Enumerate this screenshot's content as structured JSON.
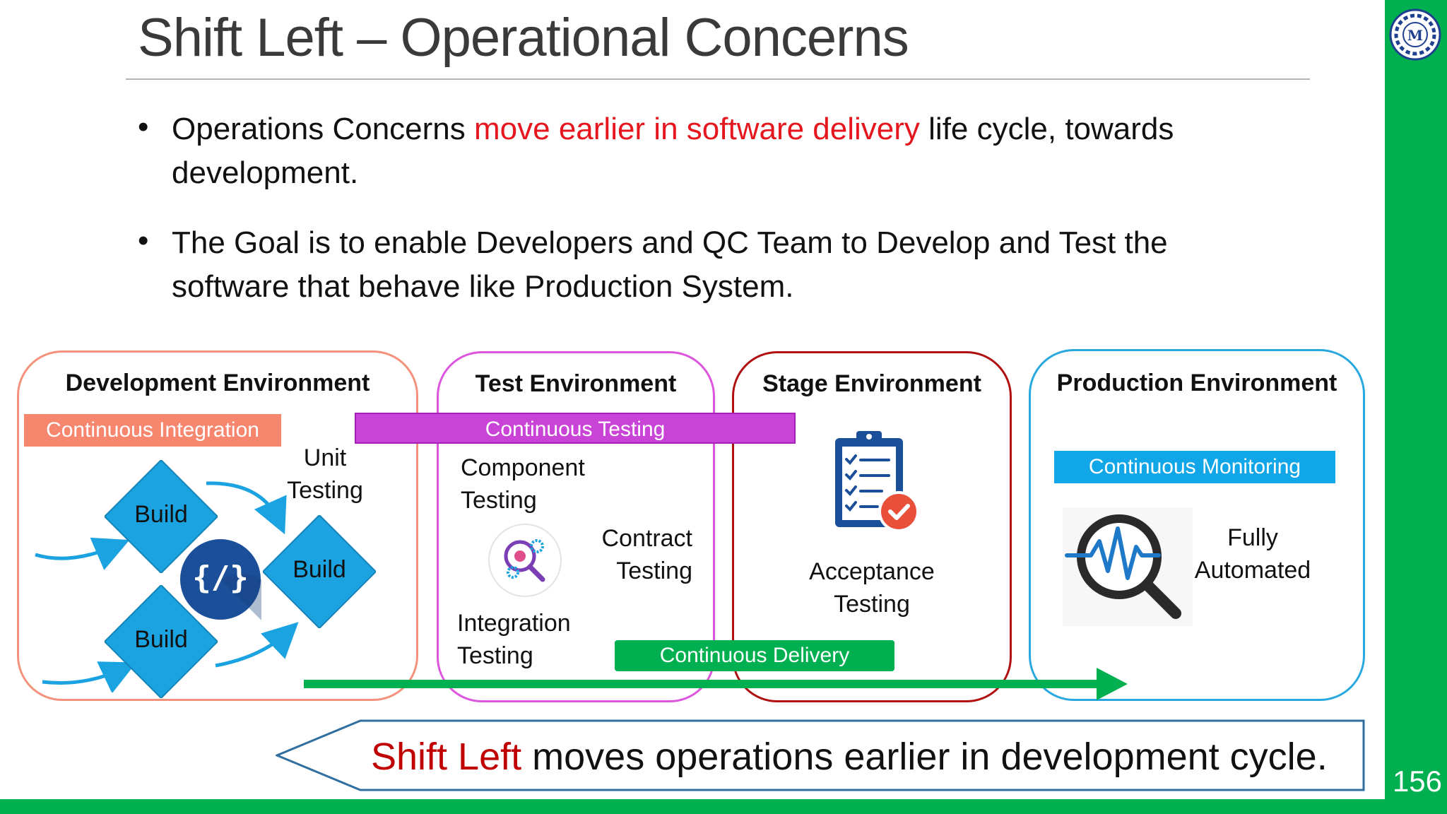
{
  "slide": {
    "title": "Shift Left – Operational Concerns",
    "page_number": "156"
  },
  "bullets": [
    {
      "line1_pre": "Operations Concerns ",
      "line1_highlight": "move earlier in software delivery",
      "line1_post": " life cycle, towards",
      "line2": "development."
    },
    {
      "line1": "The Goal is to enable Developers and QC Team to Develop and Test the",
      "line2": "software that behave like Production System."
    }
  ],
  "environments": {
    "dev": {
      "title": "Development Environment"
    },
    "test": {
      "title": "Test Environment"
    },
    "stage": {
      "title": "Stage Environment"
    },
    "prod": {
      "title": "Production Environment"
    }
  },
  "bands": {
    "ci": "Continuous Integration",
    "ct": "Continuous Testing",
    "cm": "Continuous Monitoring",
    "cd": "Continuous Delivery"
  },
  "dev_labels": {
    "unit_testing_1": "Unit",
    "unit_testing_2": "Testing",
    "build_a": "Build",
    "build_b": "Build",
    "build_c": "Build",
    "code_icon_text": "{/}"
  },
  "test_labels": {
    "component_1": "Component",
    "component_2": "Testing",
    "contract_1": "Contract",
    "contract_2": "Testing",
    "integration_1": "Integration",
    "integration_2": "Testing"
  },
  "stage_labels": {
    "acceptance_1": "Acceptance",
    "acceptance_2": "Testing"
  },
  "prod_labels": {
    "fully": "Fully",
    "automated": "Automated"
  },
  "shift_left": {
    "highlight": "Shift Left",
    "rest": " moves operations earlier in development cycle."
  },
  "colors": {
    "green_brand": "#00b050",
    "dev_border": "#f4917c",
    "test_border": "#dd55dd",
    "stage_border": "#b01010",
    "prod_border": "#29a8e0",
    "ci_band": "#f7866f",
    "ct_band": "#c843d6",
    "cm_band": "#11a6e8",
    "cd_band": "#00b050",
    "diamond": "#1aa3e0"
  },
  "icons": [
    "logo-seal-icon",
    "code-edit-icon",
    "clipboard-check-icon",
    "gear-magnifier-icon",
    "heartbeat-magnifier-icon"
  ]
}
